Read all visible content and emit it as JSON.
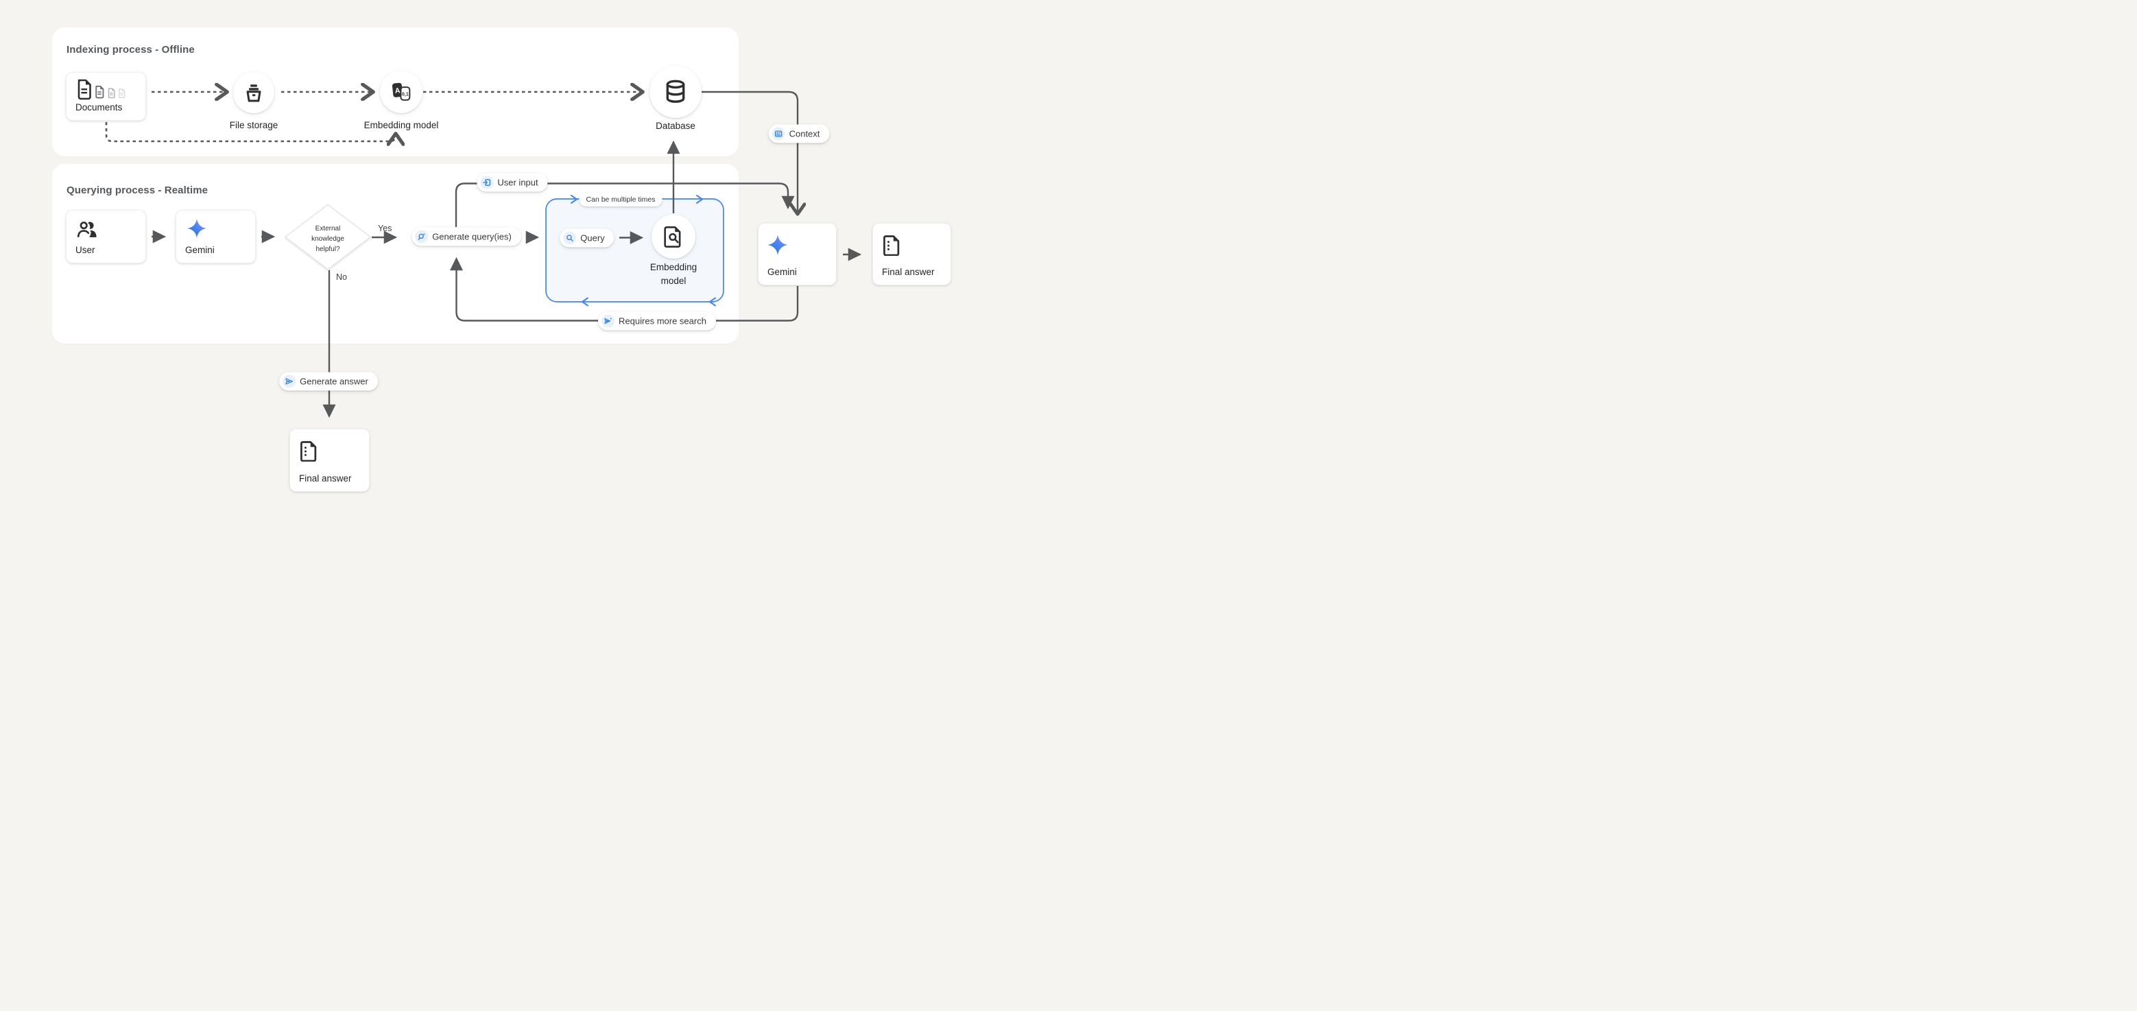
{
  "panels": {
    "indexing": {
      "title": "Indexing process - Offline"
    },
    "querying": {
      "title": "Querying process - Realtime"
    }
  },
  "nodes": {
    "documents": {
      "label": "Documents"
    },
    "file_storage": {
      "label": "File storage"
    },
    "embedding_model": {
      "label": "Embedding model"
    },
    "database": {
      "label": "Database"
    },
    "user": {
      "label": "User"
    },
    "gemini_left": {
      "label": "Gemini"
    },
    "decision": {
      "lines": [
        "External",
        "knowledge",
        "helpful?"
      ]
    },
    "embedding_model_query": {
      "lines": [
        "Embedding",
        "model"
      ]
    },
    "gemini_right": {
      "label": "Gemini"
    },
    "final_answer_right": {
      "label": "Final answer"
    },
    "final_answer_bottom": {
      "label": "Final answer"
    }
  },
  "pills": {
    "context": {
      "label": "Context"
    },
    "user_input": {
      "label": "User input"
    },
    "generate_queries": {
      "label": "Generate query(ies)"
    },
    "query": {
      "label": "Query"
    },
    "can_be_multiple_times": {
      "label": "Can be multiple times"
    },
    "requires_more_search": {
      "label": "Requires more search"
    },
    "generate_answer": {
      "label": "Generate answer"
    }
  },
  "edge_labels": {
    "yes": "Yes",
    "no": "No"
  },
  "icons": {
    "documents-icon": "stack of 4 fading documents",
    "file-storage-icon": "storage bucket",
    "embedding-model-icon": "A to 0,1 translate cards",
    "database-icon": "database cylinder",
    "user-icon": "two people",
    "gemini-star-icon": "four point gradient star",
    "decision-diamond": "diamond shape",
    "search-sparkle-icon": "magnifier with sparkle",
    "search-icon": "magnifier",
    "doc-search-icon": "document with magnifier",
    "final-answer-doc-icon": "document with dotted edge",
    "user-input-icon": "box with inbound arrow",
    "context-icon": "article card",
    "send-sparkle-icon": "send arrow with sparkle",
    "send-icon": "send arrow"
  },
  "colors": {
    "bg": "#f6f4f1",
    "accent_blue": "#1a73e8",
    "box_border_blue": "#4285f4",
    "box_fill_blue": "#f4f8fd",
    "chip": "#e8f0fe",
    "line": "#57585a"
  }
}
